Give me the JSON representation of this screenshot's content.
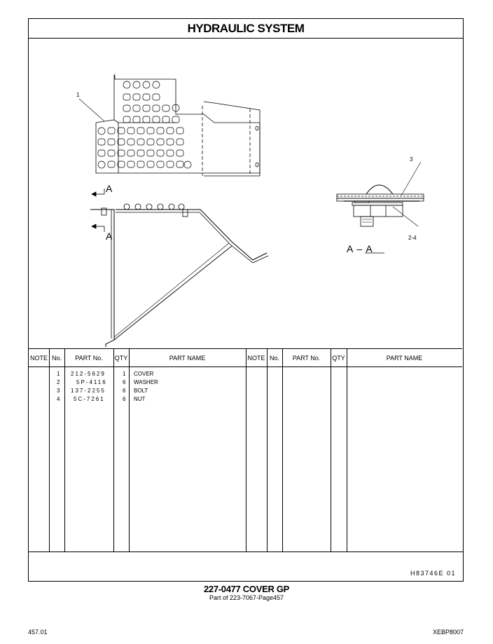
{
  "header": {
    "title": "HYDRAULIC  SYSTEM"
  },
  "drawing": {
    "callouts": [
      "1",
      "3",
      "2-4"
    ],
    "section_marker": "A",
    "section_label": "A – A"
  },
  "table": {
    "columns": [
      "NOTE",
      "No.",
      "PART No.",
      "QTY",
      "PART NAME"
    ],
    "rows": [
      {
        "no": "1",
        "part_no": "212-5629",
        "qty": "1",
        "name": "COVER"
      },
      {
        "no": "2",
        "part_no": "5P-4116",
        "qty": "6",
        "name": "WASHER"
      },
      {
        "no": "3",
        "part_no": "137-2255",
        "qty": "6",
        "name": "BOLT"
      },
      {
        "no": "4",
        "part_no": "5C-7261",
        "qty": "6",
        "name": "NUT"
      }
    ]
  },
  "illustration_number": "H83746E   01",
  "caption": {
    "main": "227-0477  COVER  GP",
    "sub": "Part of 223-7067-Page457"
  },
  "footer": {
    "page_number": "457.01",
    "document_id": "XEBP8007"
  }
}
